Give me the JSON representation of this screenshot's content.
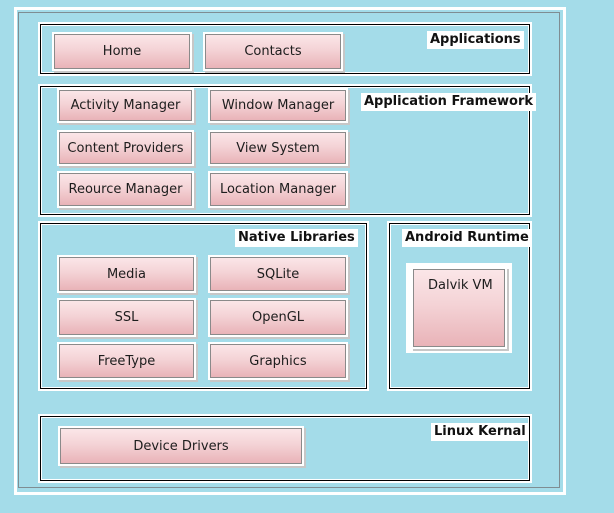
{
  "layers": {
    "applications": {
      "label": "Applications",
      "items": [
        "Home",
        "Contacts"
      ]
    },
    "application_framework": {
      "label": "Application Framework",
      "items": [
        "Activity Manager",
        "Window Manager",
        "Content Providers",
        "View System",
        "Reource Manager",
        "Location Manager"
      ]
    },
    "native_libraries": {
      "label": "Native Libraries",
      "items": [
        "Media",
        "SQLite",
        "SSL",
        "OpenGL",
        "FreeType",
        "Graphics"
      ]
    },
    "android_runtime": {
      "label": "Android Runtime",
      "items": [
        "Dalvik VM"
      ]
    },
    "linux_kernel": {
      "label": "Linux Kernal",
      "items": [
        "Device Drivers"
      ]
    }
  },
  "colors": {
    "background": "#a4dce9",
    "component_fill": "#f4d3d6",
    "border": "#000000"
  }
}
